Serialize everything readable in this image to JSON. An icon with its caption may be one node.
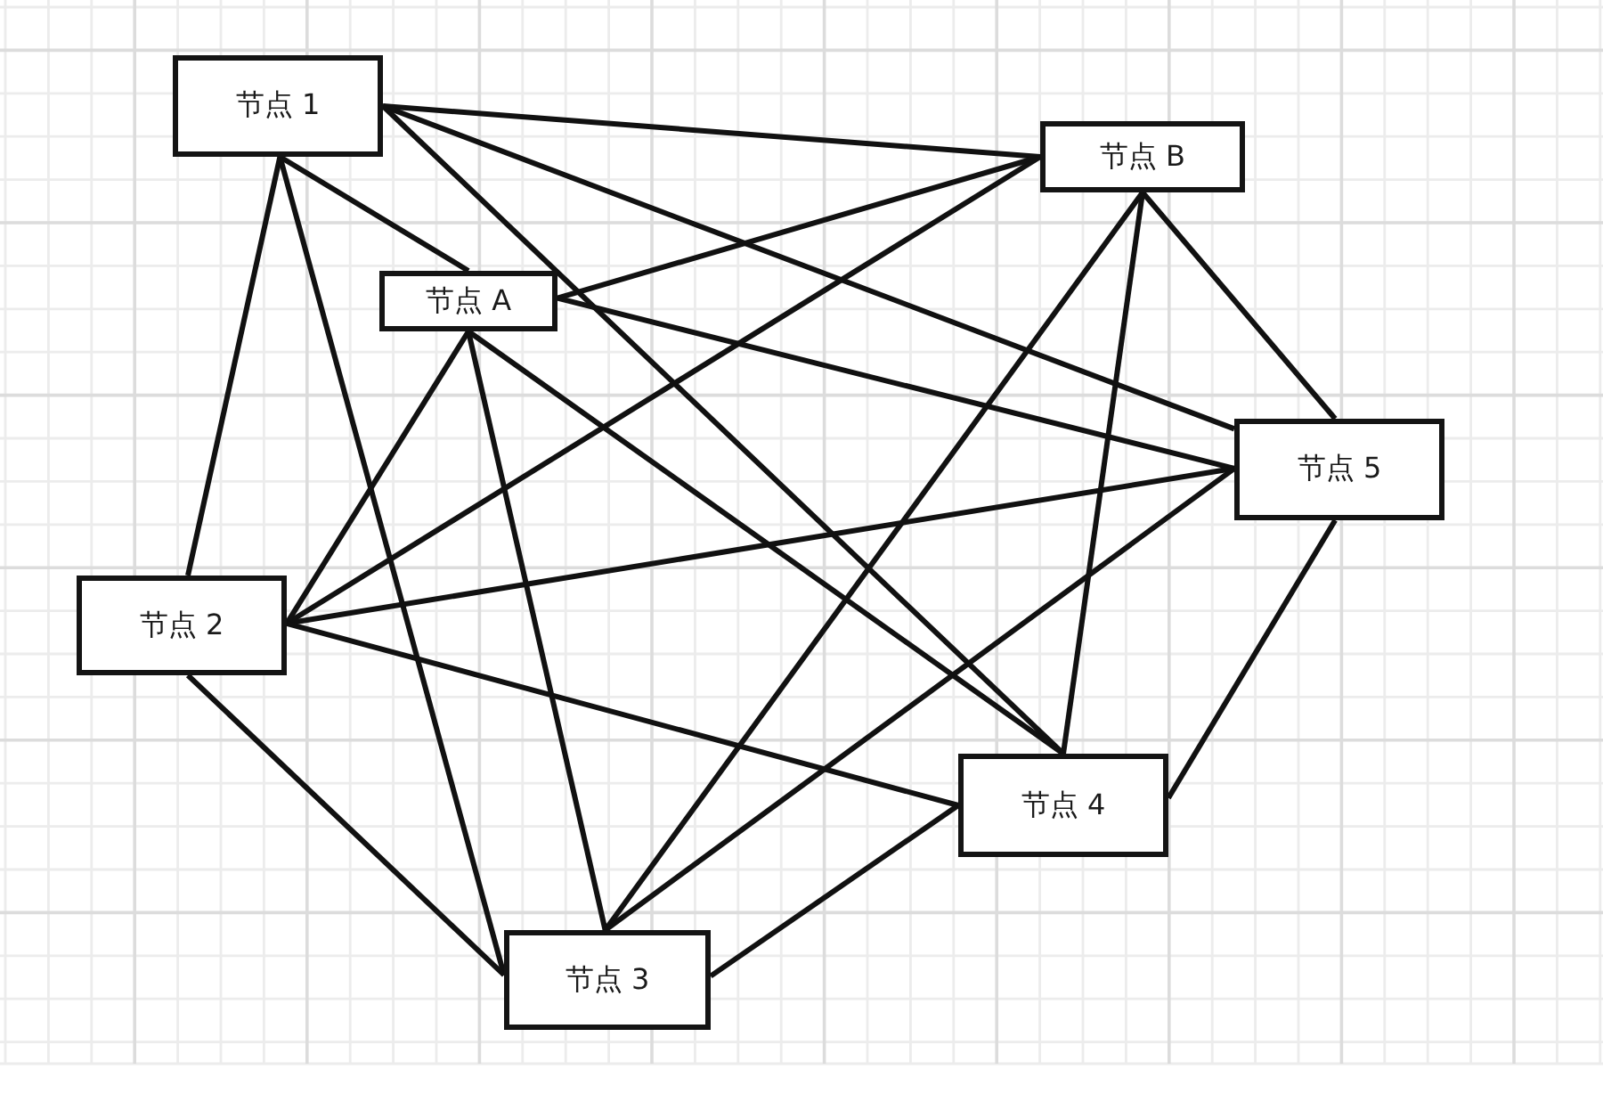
{
  "diagram": {
    "nodes": [
      {
        "text": [
          "节点 1"
        ]
      },
      {
        "text": [
          "节点 B"
        ]
      },
      {
        "text": [
          "节点 A"
        ]
      },
      {
        "text": [
          "节点 5"
        ]
      },
      {
        "text": [
          "节点 2"
        ]
      },
      {
        "text": [
          "节点 4"
        ]
      },
      {
        "text": [
          "节点 3"
        ]
      }
    ],
    "edges": [
      {
        "from": 0,
        "to": 1,
        "arrow": "none"
      },
      {
        "from": 0,
        "to": 2,
        "arrow": "none"
      },
      {
        "from": 0,
        "to": 3,
        "arrow": "none"
      },
      {
        "from": 0,
        "to": 4,
        "arrow": "none"
      },
      {
        "from": 0,
        "to": 5,
        "arrow": "none"
      },
      {
        "from": 0,
        "to": 6,
        "arrow": "none"
      },
      {
        "from": 1,
        "to": 2,
        "arrow": "none"
      },
      {
        "from": 1,
        "to": 3,
        "arrow": "none"
      },
      {
        "from": 1,
        "to": 4,
        "arrow": "none"
      },
      {
        "from": 1,
        "to": 5,
        "arrow": "none"
      },
      {
        "from": 1,
        "to": 6,
        "arrow": "none"
      },
      {
        "from": 2,
        "to": 3,
        "arrow": "none"
      },
      {
        "from": 2,
        "to": 4,
        "arrow": "none"
      },
      {
        "from": 2,
        "to": 5,
        "arrow": "none"
      },
      {
        "from": 2,
        "to": 6,
        "arrow": "none"
      },
      {
        "from": 3,
        "to": 4,
        "arrow": "none"
      },
      {
        "from": 3,
        "to": 5,
        "arrow": "none"
      },
      {
        "from": 3,
        "to": 6,
        "arrow": "none"
      },
      {
        "from": 4,
        "to": 5,
        "arrow": "none"
      },
      {
        "from": 4,
        "to": 6,
        "arrow": "none"
      },
      {
        "from": 5,
        "to": 6,
        "arrow": "none"
      }
    ]
  }
}
